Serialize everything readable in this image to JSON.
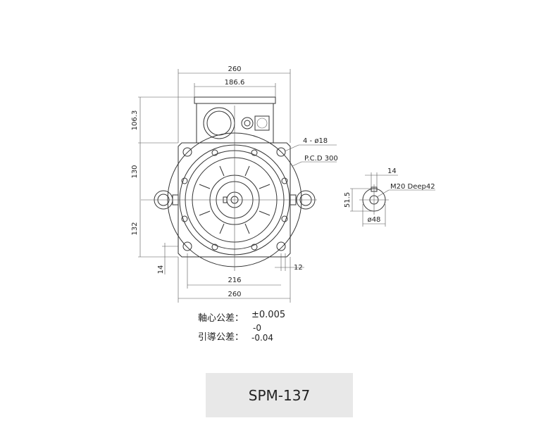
{
  "drawing": {
    "dimensions": {
      "overall_width_top": "260",
      "terminal_box_width": "186.6",
      "terminal_box_height": "106.3",
      "upper_height": "130",
      "lower_height": "132",
      "foot_thickness": "14",
      "hole_spacing": "216",
      "overall_width_bottom": "260",
      "foot_offset": "12",
      "mount_holes": "4 - ø18",
      "pcd": "P.C.D 300"
    },
    "shaft": {
      "key_width": "14",
      "height": "51.5",
      "thread": "M20 Deep42",
      "diameter": "ø48"
    }
  },
  "tolerances": {
    "runout_label": "軸心公差：",
    "runout_value": "±0.005",
    "pilot_label": "引導公差：",
    "pilot_upper": "-0",
    "pilot_lower": "-0.04"
  },
  "model": {
    "name": "SPM-137"
  }
}
